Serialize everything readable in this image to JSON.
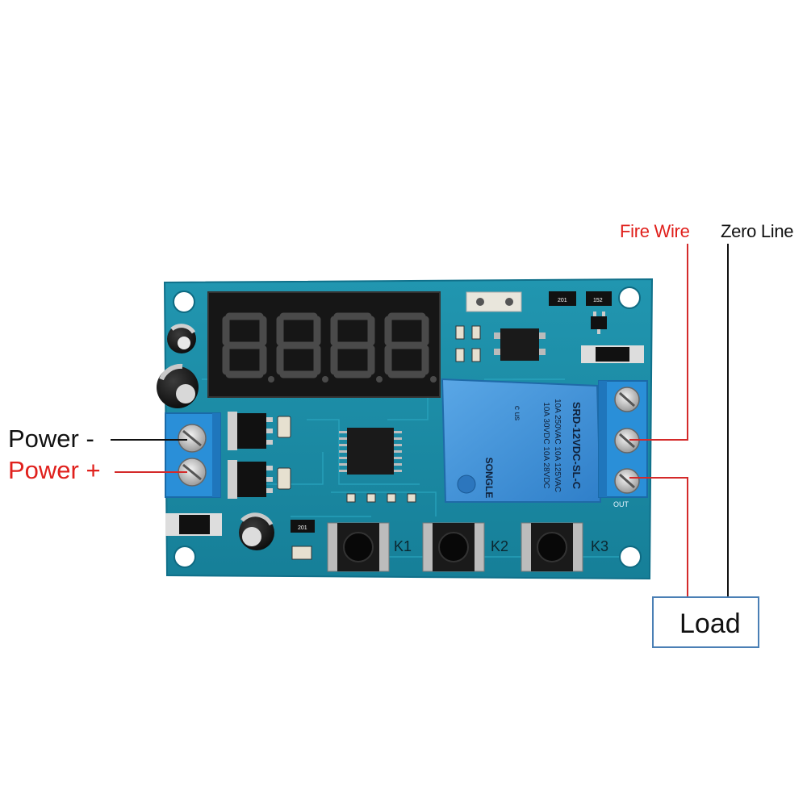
{
  "labels": {
    "power_minus": "Power -",
    "power_plus": "Power +",
    "fire_wire": "Fire Wire",
    "zero_line": "Zero Line",
    "load": "Load"
  },
  "board": {
    "relay_model": "SRD-12VDC-SL-C",
    "relay_rating_1": "10A 250VAC 10A 125VAC",
    "relay_rating_2": "10A 30VDC 10A 28VDC",
    "relay_brand": "SONGLE",
    "relay_cert": "c us",
    "out_label": "OUT",
    "buttons": [
      "K1",
      "K2",
      "K3"
    ],
    "smd_code": "201",
    "smd_code_2": "152"
  },
  "colors": {
    "pcb": "#1d8fa8",
    "pcb_dark": "#137891",
    "relay": "#3f8fd6",
    "terminal": "#2a8fd8",
    "red_label": "#e0201c",
    "black_label": "#111111",
    "red_wire": "#d42a2a",
    "load_border": "#4a7fb5"
  }
}
